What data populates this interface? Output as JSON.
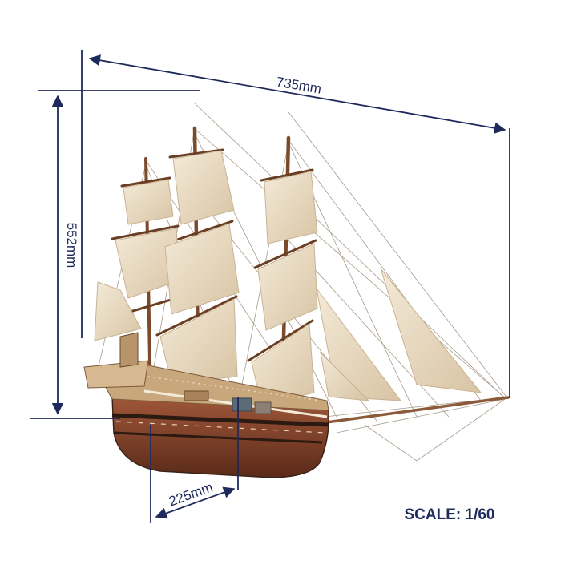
{
  "dimensions": {
    "length": "735mm",
    "height": "552mm",
    "beam": "225mm"
  },
  "scale": "SCALE: 1/60",
  "colors": {
    "dimension_line": "#1f2a5c",
    "sail": "#efe3cf",
    "sail_shade": "#d9c7a9",
    "hull": "#7a3b24",
    "hull_dark": "#3a2418",
    "deck": "#c9a77c",
    "rigging": "#a89b8a",
    "spar": "#8a5a3a"
  },
  "image": {
    "subject": "ship-model",
    "icons": [
      "ship-model-illustration"
    ]
  }
}
